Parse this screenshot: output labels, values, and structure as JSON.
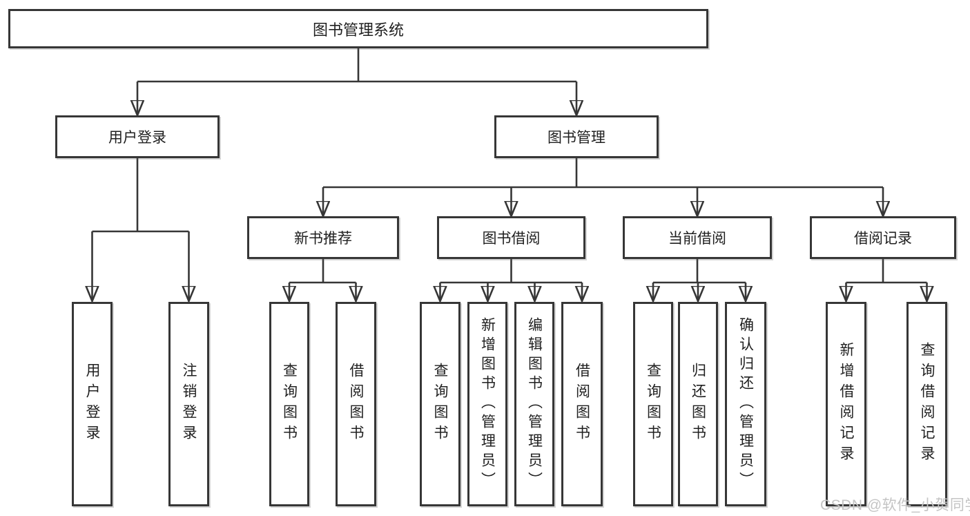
{
  "diagram": {
    "root": {
      "label": "图书管理系统"
    },
    "children": [
      {
        "label": "用户登录",
        "children": [
          {
            "label": "用户登录"
          },
          {
            "label": "注销登录"
          }
        ]
      },
      {
        "label": "图书管理",
        "children": [
          {
            "label": "新书推荐",
            "children": [
              {
                "label": "查询图书"
              },
              {
                "label": "借阅图书"
              }
            ]
          },
          {
            "label": "图书借阅",
            "children": [
              {
                "label": "查询图书"
              },
              {
                "label": "新增图书（管理员）"
              },
              {
                "label": "编辑图书（管理员）"
              },
              {
                "label": "借阅图书"
              }
            ]
          },
          {
            "label": "当前借阅",
            "children": [
              {
                "label": "查询图书"
              },
              {
                "label": "归还图书"
              },
              {
                "label": "确认归还（管理员）"
              }
            ]
          },
          {
            "label": "借阅记录",
            "children": [
              {
                "label": "新增借阅记录"
              },
              {
                "label": "查询借阅记录"
              }
            ]
          }
        ]
      }
    ]
  },
  "watermark": {
    "text": "CSDN @软件_小贺同学"
  },
  "colors": {
    "line": "#363636",
    "box_border": "#363636",
    "box_background": "#ffffff",
    "text": "#1f1f1f",
    "watermark": "#c4c4c4",
    "page_background": "#ffffff"
  }
}
